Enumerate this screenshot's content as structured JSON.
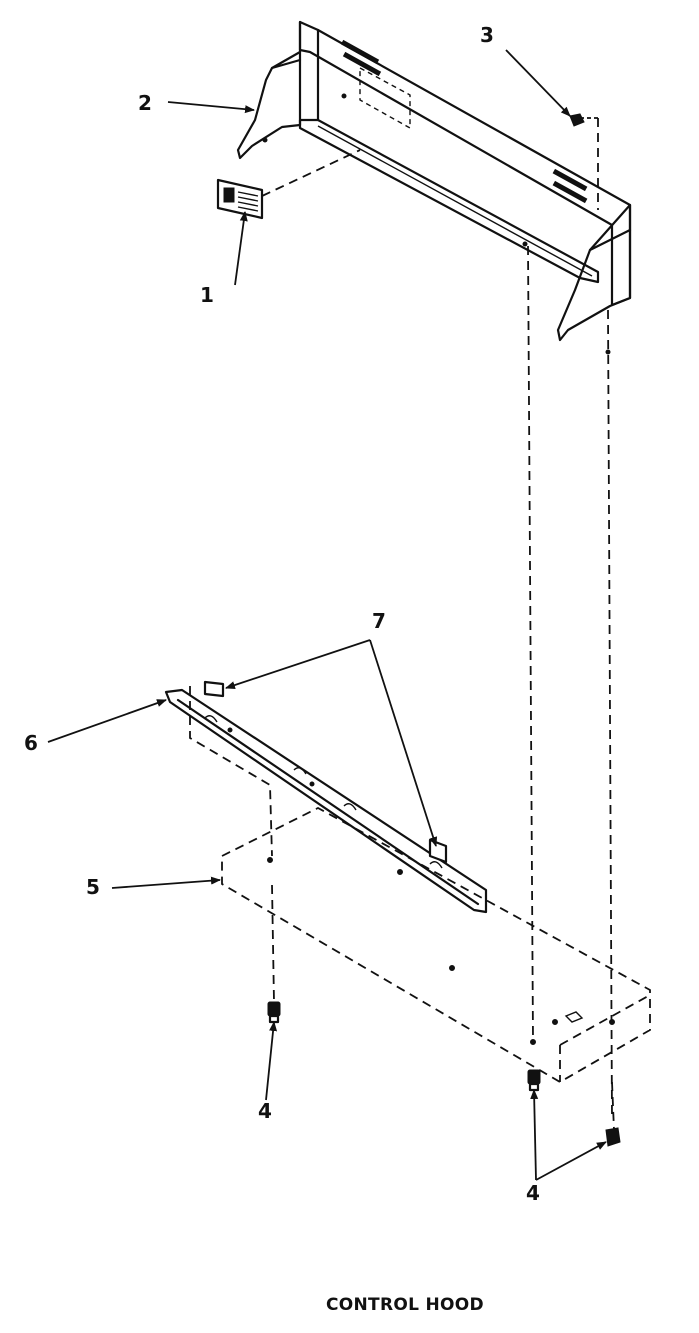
{
  "diagram": {
    "caption": "CONTROL HOOD",
    "callouts": [
      {
        "id": "c1",
        "label": "1"
      },
      {
        "id": "c2",
        "label": "2"
      },
      {
        "id": "c3",
        "label": "3"
      },
      {
        "id": "c4a",
        "label": "4"
      },
      {
        "id": "c4b",
        "label": "4"
      },
      {
        "id": "c5",
        "label": "5"
      },
      {
        "id": "c6",
        "label": "6"
      },
      {
        "id": "c7",
        "label": "7"
      }
    ]
  },
  "colors": {
    "line": "#111111",
    "background": "#ffffff"
  }
}
